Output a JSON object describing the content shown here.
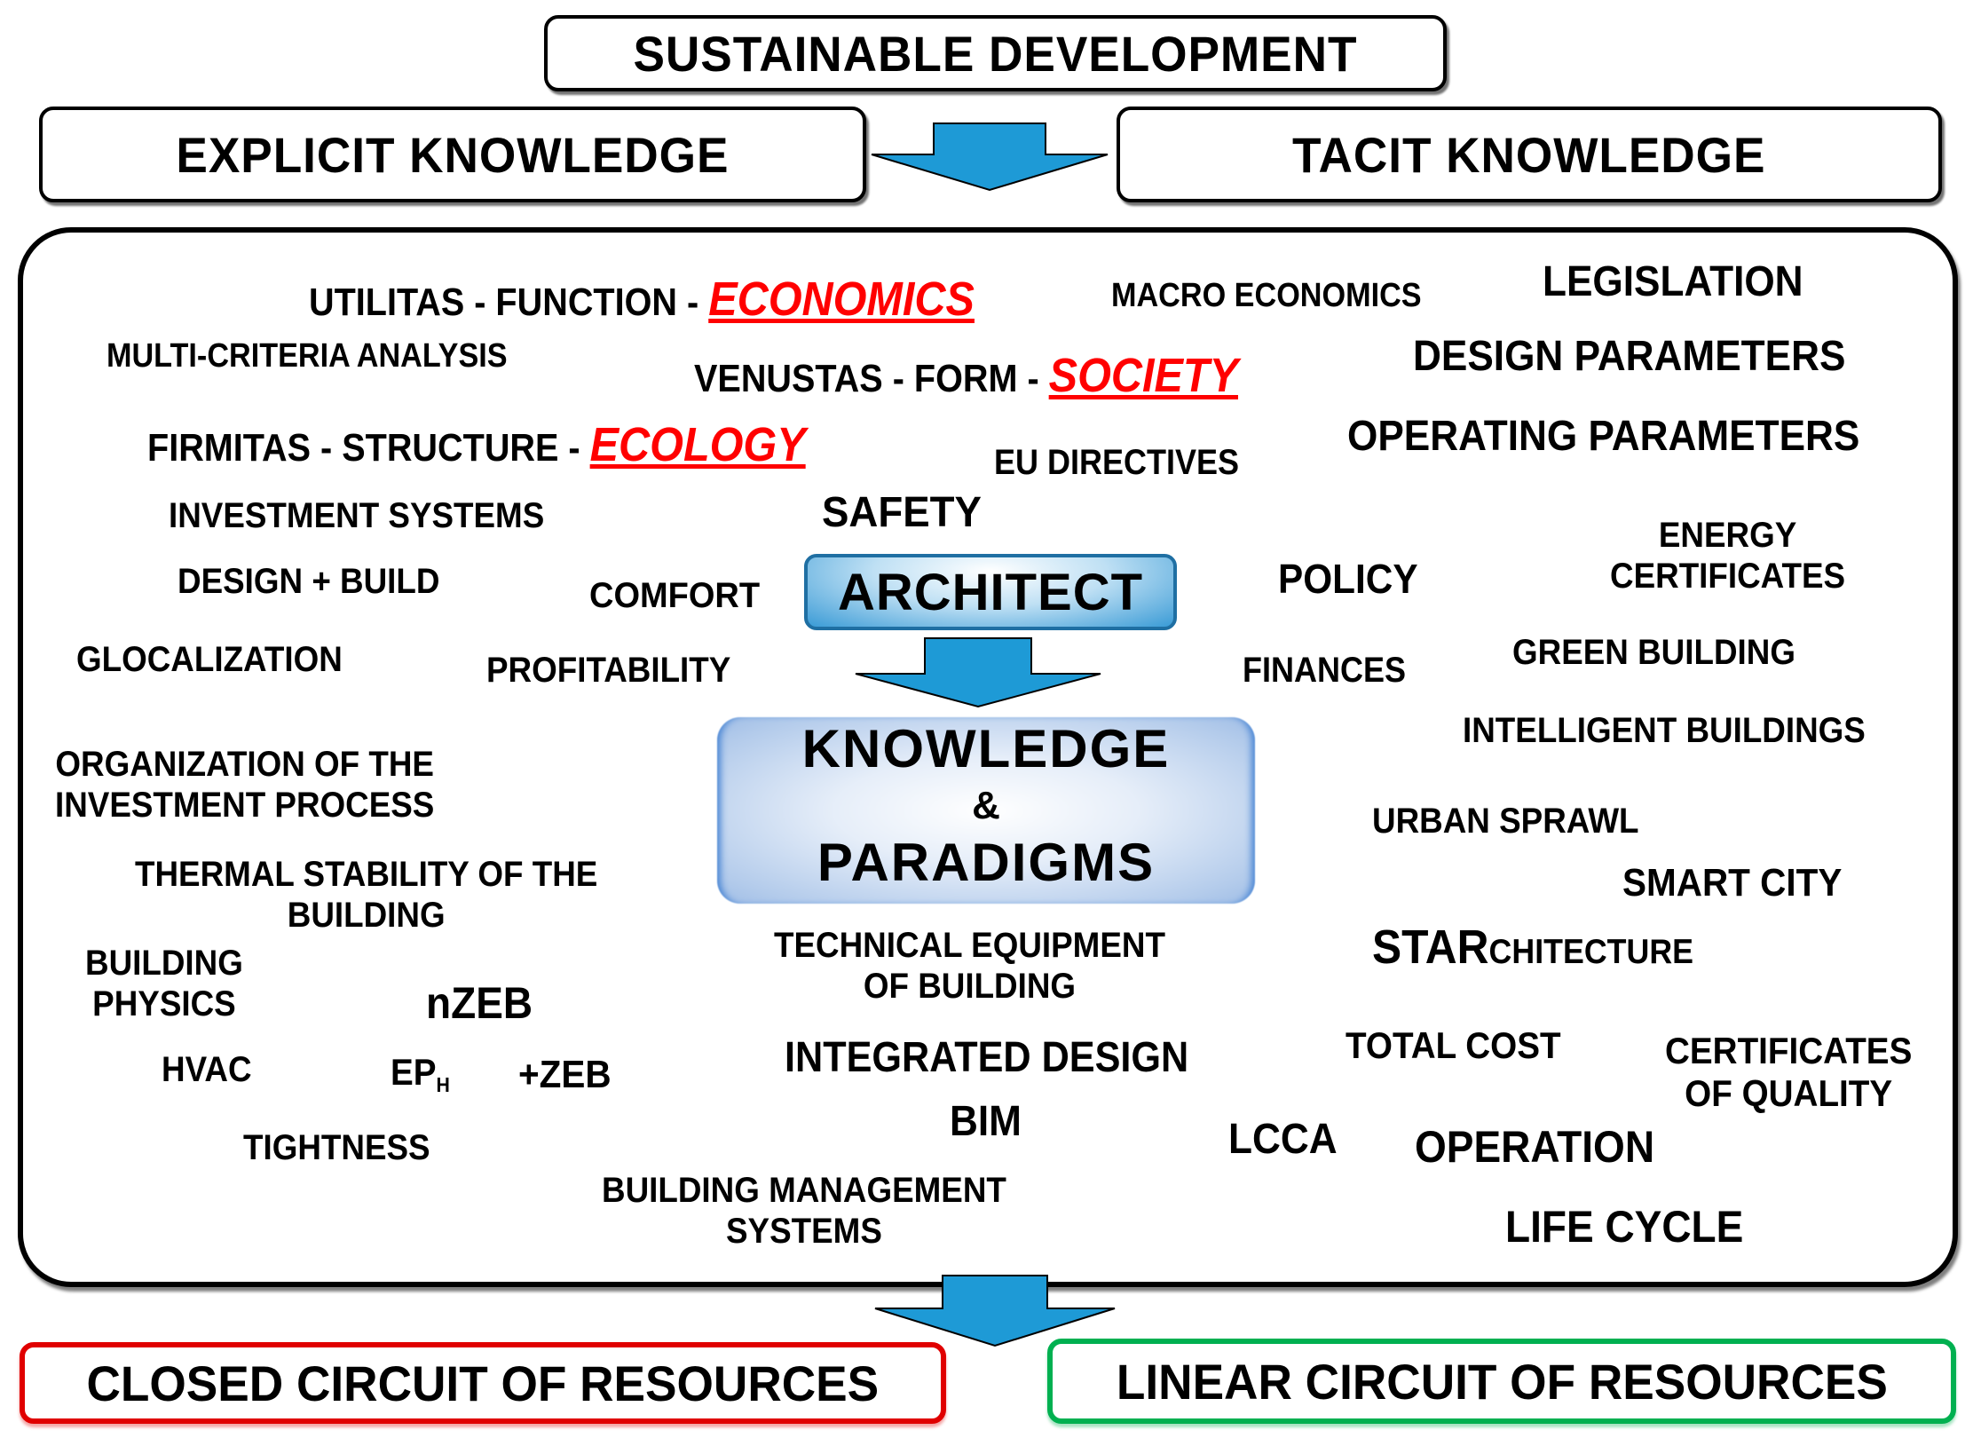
{
  "header": {
    "top_title": "SUSTAINABLE  DEVELOPMENT",
    "left_box": "EXPLICIT  KNOWLEDGE",
    "right_box": "TACIT  KNOWLEDGE"
  },
  "triad": {
    "utilitas_prefix": "UTILITAS - FUNCTION - ",
    "utilitas_highlight": "ECONOMICS",
    "venustas_prefix": "VENUSTAS - FORM - ",
    "venustas_highlight": "SOCIETY",
    "firmitas_prefix": "FIRMITAS  - STRUCTURE - ",
    "firmitas_highlight": "ECOLOGY"
  },
  "center": {
    "architect": "ARCHITECT",
    "knowledge": "KNOWLEDGE",
    "ampersand": "&",
    "paradigms": "PARADIGMS"
  },
  "terms": {
    "macro_economics": "MACRO ECONOMICS",
    "legislation": "LEGISLATION",
    "multi_criteria": "MULTI-CRITERIA ANALYSIS",
    "design_parameters": "DESIGN PARAMETERS",
    "operating_parameters": "OPERATING PARAMETERS",
    "eu_directives": "EU DIRECTIVES",
    "investment_systems": "INVESTMENT SYSTEMS",
    "safety": "SAFETY",
    "energy_certificates_1": "ENERGY",
    "energy_certificates_2": "CERTIFICATES",
    "design_build": "DESIGN + BUILD",
    "comfort": "COMFORT",
    "policy": "POLICY",
    "glocalization": "GLOCALIZATION",
    "profitability": "PROFITABILITY",
    "finances": "FINANCES",
    "green_building": "GREEN  BUILDING",
    "intelligent_buildings": "INTELLIGENT BUILDINGS",
    "organization_1": "ORGANIZATION  OF THE",
    "organization_2": "INVESTMENT PROCESS",
    "urban_sprawl": "URBAN  SPRAWL",
    "thermal_1": "THERMAL STABILITY OF THE",
    "thermal_2": "BUILDING",
    "smart_city": "SMART CITY",
    "building_physics_1": "BUILDING",
    "building_physics_2": "PHYSICS",
    "technical_1": "TECHNICAL  EQUIPMENT",
    "technical_2": "OF  BUILDING",
    "starchitecture_big": "STAR",
    "starchitecture_small": "CHITECTURE",
    "nzeb": "nZEB",
    "hvac": "HVAC",
    "ep": "EP",
    "ep_sub": "H",
    "plus_zeb": "+ZEB",
    "integrated_design": "INTEGRATED DESIGN",
    "total_cost": "TOTAL COST",
    "certificates_quality_1": "CERTIFICATES",
    "certificates_quality_2": "OF QUALITY",
    "bim": "BIM",
    "tightness": "TIGHTNESS",
    "lcca": "LCCA",
    "operation": "OPERATION",
    "bms_1": "BUILDING  MANAGEMENT",
    "bms_2": "SYSTEMS",
    "life_cycle": "LIFE  CYCLE"
  },
  "footer": {
    "closed_circuit": "CLOSED CIRCUIT OF RESOURCES",
    "linear_circuit": "LINEAR  CIRCUIT OF RESOURCES"
  },
  "colors": {
    "arrow_fill": "#1e9ad6",
    "highlight_red": "#ff0000",
    "closed_border": "#e00000",
    "linear_border": "#00b050",
    "architect_border": "#1f6fa3",
    "paradigm_glow": "#4a86d4"
  }
}
